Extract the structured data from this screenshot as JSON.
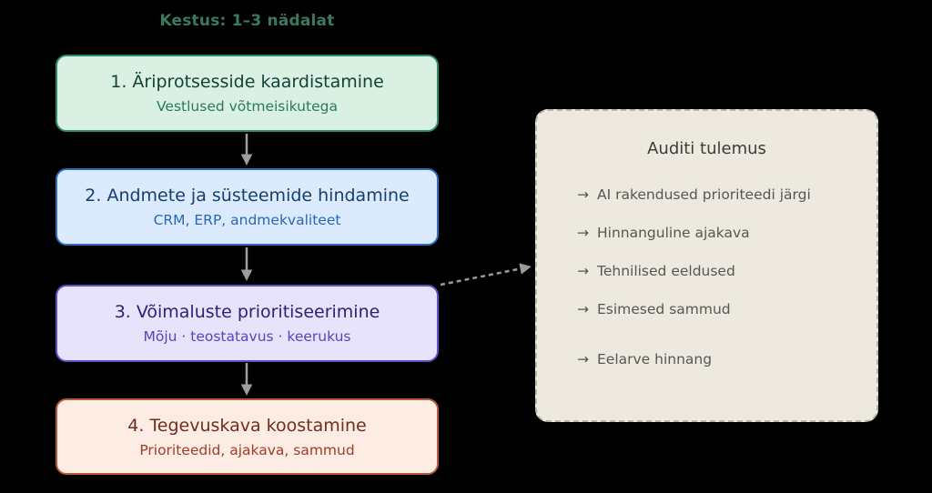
{
  "page": {
    "background_color": "#000000"
  },
  "header": {
    "duration_label": "Kestus: 1–3 nädalat",
    "color": "#3c7a60"
  },
  "steps": [
    {
      "title": "1. Äriprotsesside kaardistamine",
      "subtitle": "Vestlused võtmeisikutega",
      "fill": "#d9f0e3",
      "border": "#2f8a6d",
      "title_color": "#14423a",
      "subtitle_color": "#2b7a64"
    },
    {
      "title": "2. Andmete ja süsteemide hindamine",
      "subtitle": "CRM, ERP, andmekvaliteet",
      "fill": "#dbeafc",
      "border": "#2f6bbf",
      "title_color": "#163f6e",
      "subtitle_color": "#2b67b5"
    },
    {
      "title": "3. Võimaluste prioritiseerimine",
      "subtitle": "Mõju · teostatavus · keerukus",
      "fill": "#e7e3fa",
      "border": "#5a4fc8",
      "title_color": "#2a2377",
      "subtitle_color": "#5247c0"
    },
    {
      "title": "4. Tegevuskava koostamine",
      "subtitle": "Prioriteedid, ajakava, sammud",
      "fill": "#fdece4",
      "border": "#b5583c",
      "title_color": "#6f2e1b",
      "subtitle_color": "#9e3c27"
    }
  ],
  "result_panel": {
    "title": "Auditi tulemus",
    "arrow_glyph": "→",
    "items": [
      "AI rakendused prioriteedi järgi",
      "Hinnanguline ajakava",
      "Tehnilised eeldused",
      "Esimesed sammud",
      "Eelarve hinnang"
    ],
    "fill": "#ede9df",
    "border": "#b9b4a8",
    "text_color": "#565656"
  },
  "connectors": {
    "solid_color": "#a0a0a0",
    "dashed_color": "#9a9a9a"
  }
}
